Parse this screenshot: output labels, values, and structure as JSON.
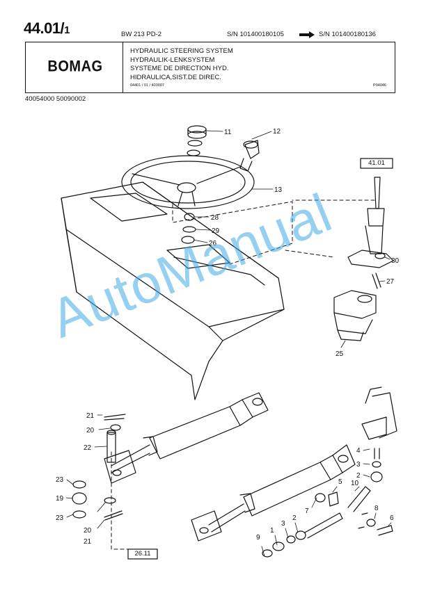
{
  "header": {
    "page_number": "44.01/",
    "page_sub": "1",
    "model": "BW 213 PD-2",
    "sn_from": "S/N 101400180105",
    "sn_to": "S/N 101400180136"
  },
  "title_block": {
    "logo": "BOMAG",
    "title_en": "HYDRAULIC STEERING SYSTEM",
    "title_de": "HYDRAULIK-LENKSYSTEM",
    "title_fr": "SYSTEME DE DIRECTION HYD.",
    "title_es": "HIDRAULICA,SIST.DE DIREC.",
    "doc_ref": "04401 / 01 / 403007",
    "doc_code": "P04046"
  },
  "part_numbers": "40054000   50090002",
  "reference_boxes": {
    "top": "41.01",
    "bottom": "26.11"
  },
  "callouts": [
    "11",
    "12",
    "13",
    "28",
    "29",
    "26",
    "30",
    "27",
    "25",
    "21",
    "20",
    "22",
    "23",
    "19",
    "23",
    "20",
    "21",
    "4",
    "3",
    "2",
    "10",
    "5",
    "7",
    "8",
    "6",
    "9",
    "1",
    "3",
    "2"
  ],
  "watermark": "AutoManual"
}
